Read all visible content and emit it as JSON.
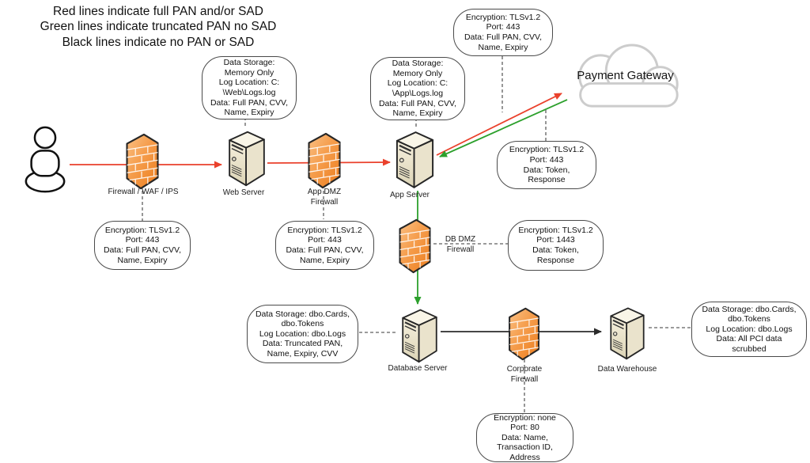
{
  "legend": {
    "text": "Red lines indicate full PAN and/or SAD\nGreen lines indicate truncated PAN no SAD\nBlack lines indicate no PAN or SAD"
  },
  "nodes": {
    "user": {
      "label": ""
    },
    "firewall_waf": {
      "label": "Firewall / WAF / IPS"
    },
    "web_server": {
      "label": "Web Server"
    },
    "app_dmz_firewall": {
      "label": "App DMZ\nFirewall"
    },
    "app_server": {
      "label": "App Server"
    },
    "payment_gateway": {
      "label": "Payment Gateway"
    },
    "db_dmz_firewall": {
      "label": "DB DMZ\nFirewall"
    },
    "database_server": {
      "label": "Database Server"
    },
    "corporate_firewall": {
      "label": "Corporate\nFirewall"
    },
    "data_warehouse": {
      "label": "Data Warehouse"
    }
  },
  "callouts": {
    "gateway_request": "Encryption: TLSv1.2\nPort: 443\nData: Full PAN, CVV,\nName, Expiry",
    "web_storage": "Data Storage:\nMemory Only\nLog Location: C:\n\\Web\\Logs.log\nData: Full PAN, CVV,\nName, Expiry",
    "app_storage": "Data Storage:\nMemory Only\nLog Location: C:\n\\App\\Logs.log\nData: Full PAN, CVV,\nName, Expiry",
    "gateway_response": "Encryption: TLSv1.2\nPort: 443\nData: Token,\nResponse",
    "waf_encryption": "Encryption: TLSv1.2\nPort: 443\nData: Full PAN, CVV,\nName, Expiry",
    "appdmz_encryption": "Encryption: TLSv1.2\nPort: 443\nData: Full PAN, CVV,\nName, Expiry",
    "dbdmz_encryption": "Encryption: TLSv1.2\nPort: 1443\nData: Token,\nResponse",
    "db_storage": "Data Storage: dbo.Cards,\ndbo.Tokens\nLog Location: dbo.Logs\nData: Truncated PAN,\nName, Expiry, CVV",
    "warehouse_storage": "Data Storage: dbo.Cards,\ndbo.Tokens\nLog Location: dbo.Logs\nData: All PCI data\nscrubbed",
    "corp_encryption": "Encryption: none\nPort: 80\nData: Name,\nTransaction ID,\nAddress"
  },
  "colors": {
    "red_flow": "#ea412c",
    "green_flow": "#2ca02c",
    "black_flow": "#2b2b2b",
    "connector": "#5f5f5f",
    "firewall_orange": "#f08a2e",
    "server_cream": "#f2ecd8",
    "cloud_gray": "#cccccc"
  }
}
